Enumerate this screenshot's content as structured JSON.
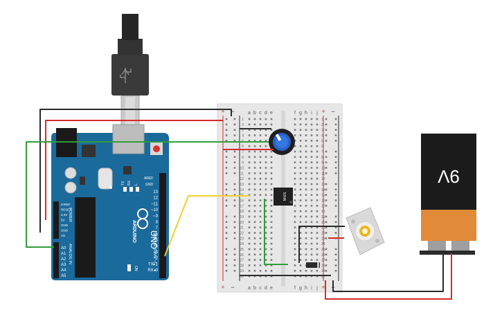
{
  "arduino": {
    "brand": "ARDUINO",
    "model": "UNO",
    "power_header": "POWER",
    "analog_header": "ANALOG IN",
    "digital_header": "DIGITAL (PWM ~)",
    "aref": "AREF",
    "gnd": "GND",
    "on_label": "ON",
    "tx_label": "TX",
    "rx_label": "RX",
    "l_label": "L",
    "power_pins": [
      "IOREF",
      "RESET",
      "3.3V",
      "5V",
      "GND",
      "GND",
      "Vin"
    ],
    "analog_pins": [
      "A0",
      "A1",
      "A2",
      "A3",
      "A4",
      "A5"
    ],
    "digital_pins": [
      "13",
      "12",
      "~11",
      "~10",
      "~9",
      "8",
      "7",
      "~6",
      "~5",
      "4",
      "~3",
      "2",
      "TX▸1",
      "RX◂0"
    ]
  },
  "breadboard": {
    "columns_left": [
      "a",
      "b",
      "c",
      "d",
      "e"
    ],
    "columns_right": [
      "f",
      "g",
      "h",
      "i",
      "j"
    ],
    "plus": "+",
    "minus": "−",
    "row_count": 30
  },
  "transistor": {
    "label": "50NN"
  },
  "battery": {
    "label": "9V"
  },
  "wire_colors": {
    "black": "#2b2b2b",
    "red": "#d42a2a",
    "green": "#2e9e3a",
    "yellow": "#f2cf2a"
  }
}
